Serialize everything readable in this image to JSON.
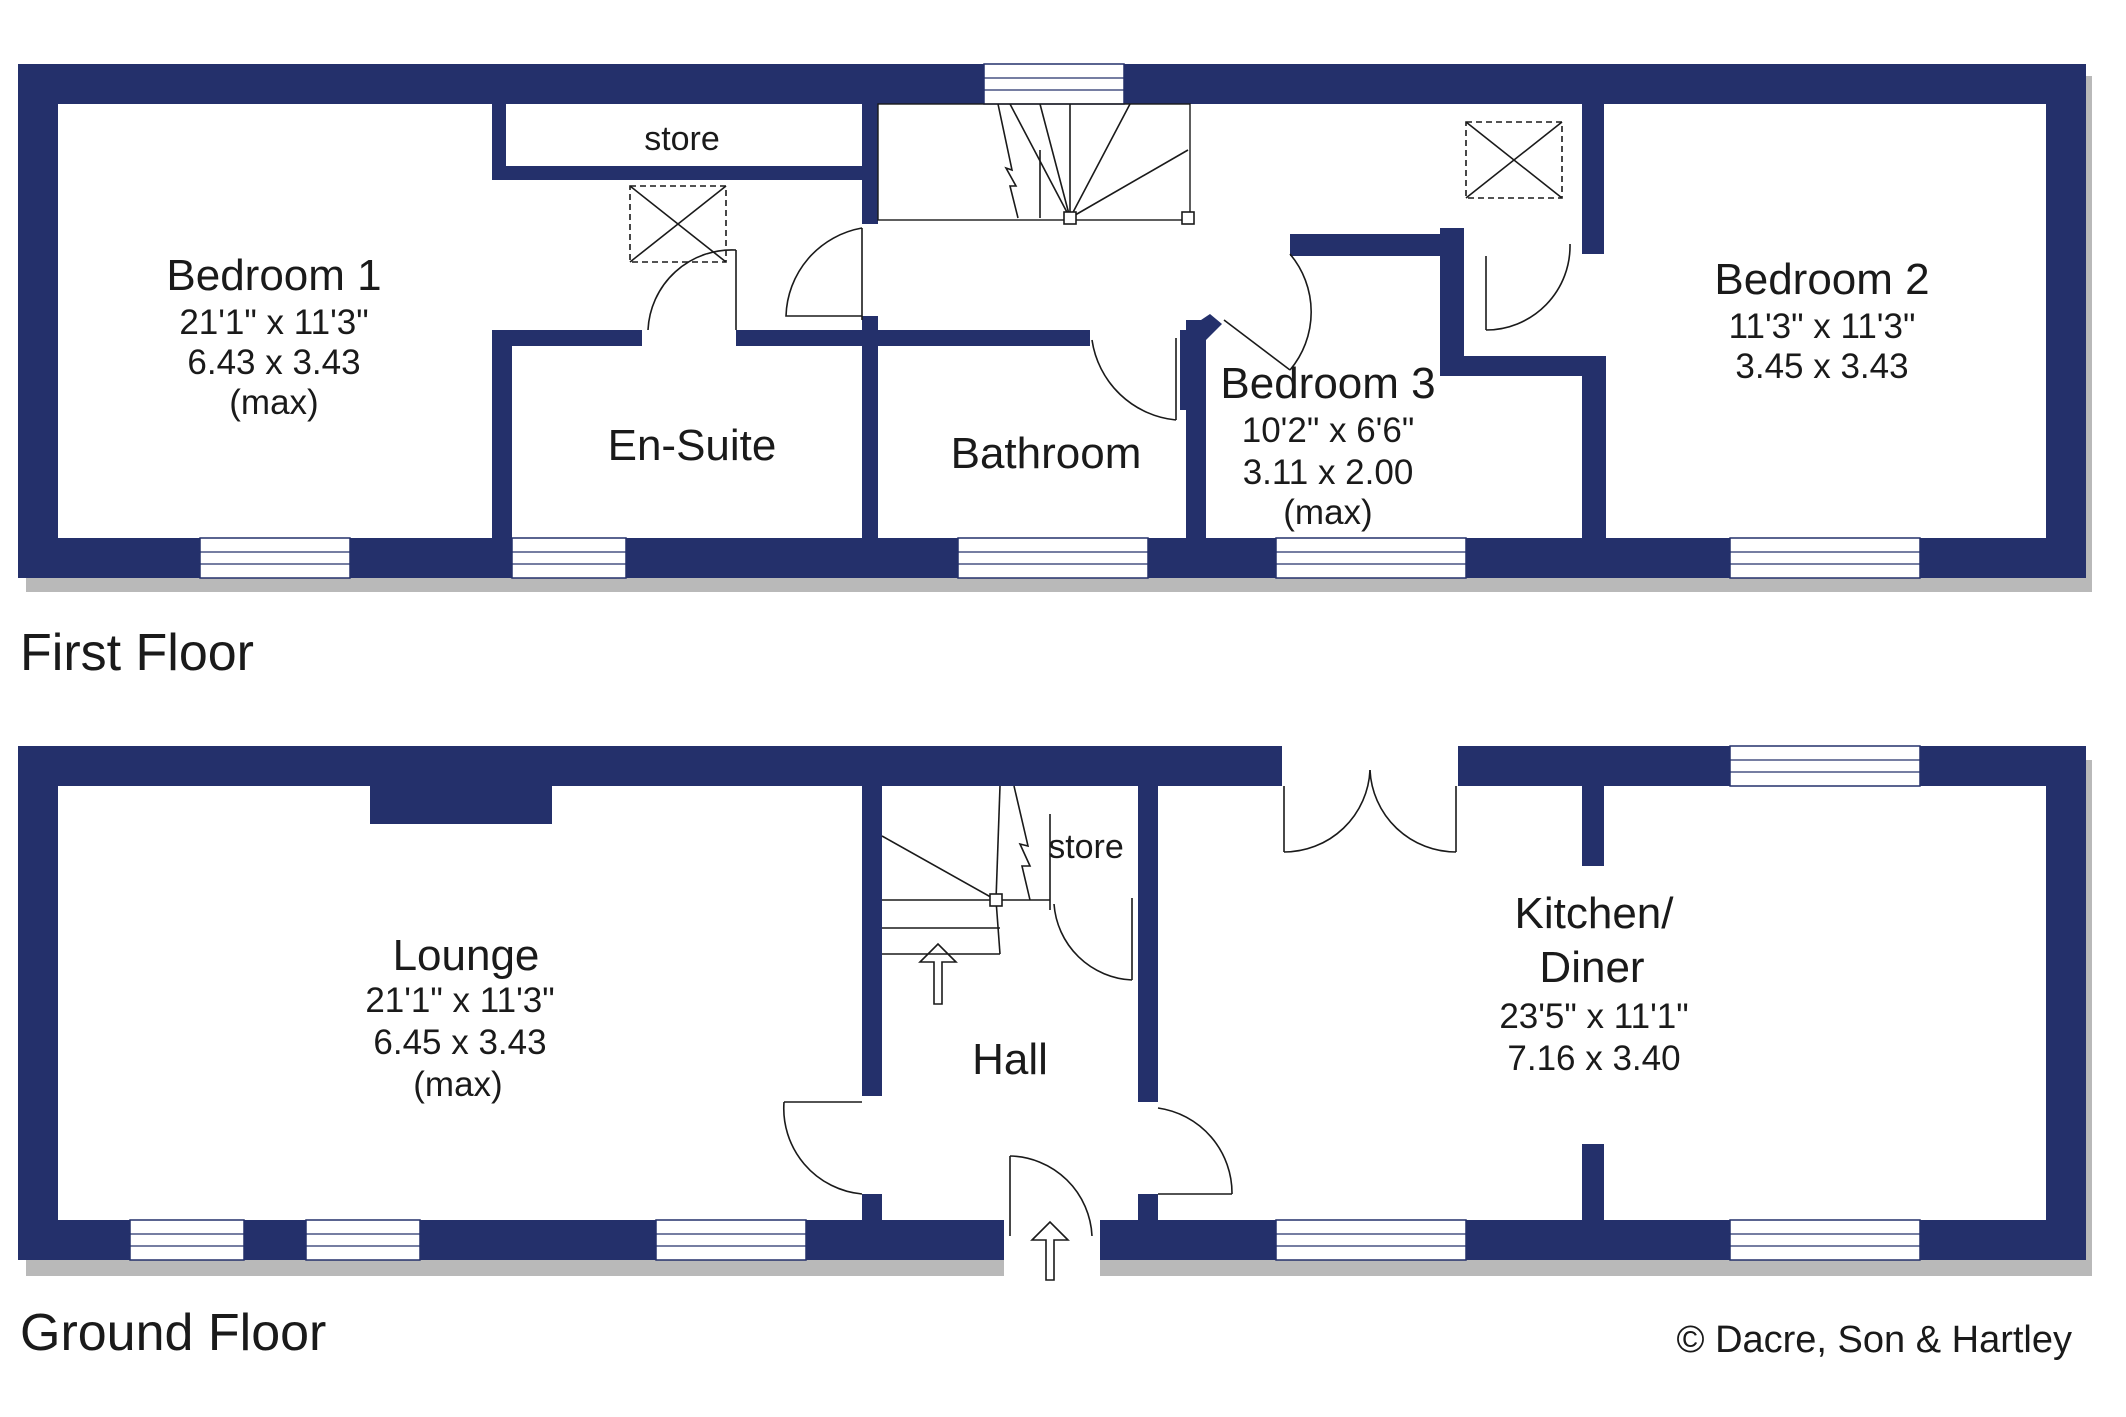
{
  "floors": {
    "first": "First Floor",
    "ground": "Ground Floor"
  },
  "rooms": {
    "bedroom1": {
      "name": "Bedroom 1",
      "imperial": "21'1\"  x  11'3\"",
      "metric": "6.43  x  3.43",
      "note": "(max)"
    },
    "store_first": {
      "name": "store"
    },
    "ensuite": {
      "name": "En-Suite"
    },
    "bathroom": {
      "name": "Bathroom"
    },
    "bedroom3": {
      "name": "Bedroom 3",
      "imperial": "10'2\"  x  6'6\"",
      "metric": "3.11  x  2.00",
      "note": "(max)"
    },
    "bedroom2": {
      "name": "Bedroom 2",
      "imperial": "11'3\"  x  11'3\"",
      "metric": "3.45  x  3.43"
    },
    "lounge": {
      "name": "Lounge",
      "imperial": "21'1\"  x  11'3\"",
      "metric": "6.45  x  3.43",
      "note": "(max)"
    },
    "store_ground": {
      "name": "store"
    },
    "hall": {
      "name": "Hall"
    },
    "kitchen": {
      "name_line1": "Kitchen/",
      "name_line2": "Diner",
      "imperial": "23'5\"  x  11'1\"",
      "metric": "7.16  x  3.40"
    }
  },
  "copyright": "© Dacre, Son & Hartley",
  "colors": {
    "wall": "#24306b",
    "shadow": "#b9b9b9",
    "background": "#ffffff"
  },
  "icons": [
    "loft-hatch-icon",
    "staircase-icon",
    "entrance-arrow-icon",
    "door-swing-icon",
    "window-icon"
  ]
}
